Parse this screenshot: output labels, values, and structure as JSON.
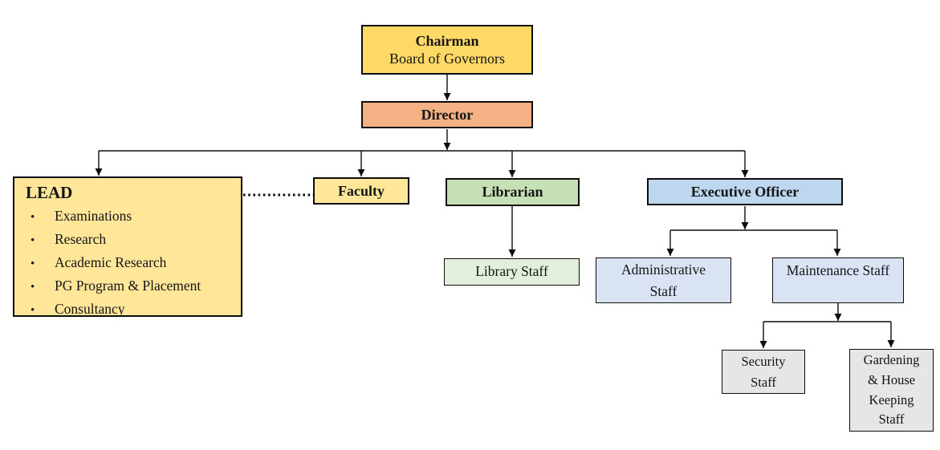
{
  "diagram": {
    "connector_color": "#0d0d0d",
    "background": "#ffffff",
    "nodes": {
      "chairman": {
        "title": "Chairman",
        "subtitle": "Board of Governors",
        "fill": "#FFD966"
      },
      "director": {
        "label": "Director",
        "fill": "#F4B183"
      },
      "lead": {
        "title": "LEAD",
        "bullet": "•",
        "items": [
          "Examinations",
          "Research",
          "Academic Research",
          "PG Program & Placement",
          "Consultancy"
        ],
        "fill": "#FFE699"
      },
      "faculty": {
        "label": "Faculty",
        "fill": "#FFE699"
      },
      "librarian": {
        "label": "Librarian",
        "fill": "#C5E0B4"
      },
      "library_staff": {
        "label": "Library Staff",
        "fill": "#E2EFDA"
      },
      "executive_officer": {
        "label": "Executive Officer",
        "fill": "#BDD7EE"
      },
      "administrative_staff": {
        "lines": [
          "Administrative",
          "Staff"
        ],
        "fill": "#DAE3F3"
      },
      "maintenance_staff": {
        "label": "Maintenance Staff",
        "fill": "#DAE3F3"
      },
      "security_staff": {
        "lines": [
          "Security",
          "Staff"
        ],
        "fill": "#E7E6E6"
      },
      "gardening_staff": {
        "lines": [
          "Gardening",
          "& House",
          "Keeping",
          "Staff"
        ],
        "fill": "#E7E6E6"
      }
    }
  }
}
